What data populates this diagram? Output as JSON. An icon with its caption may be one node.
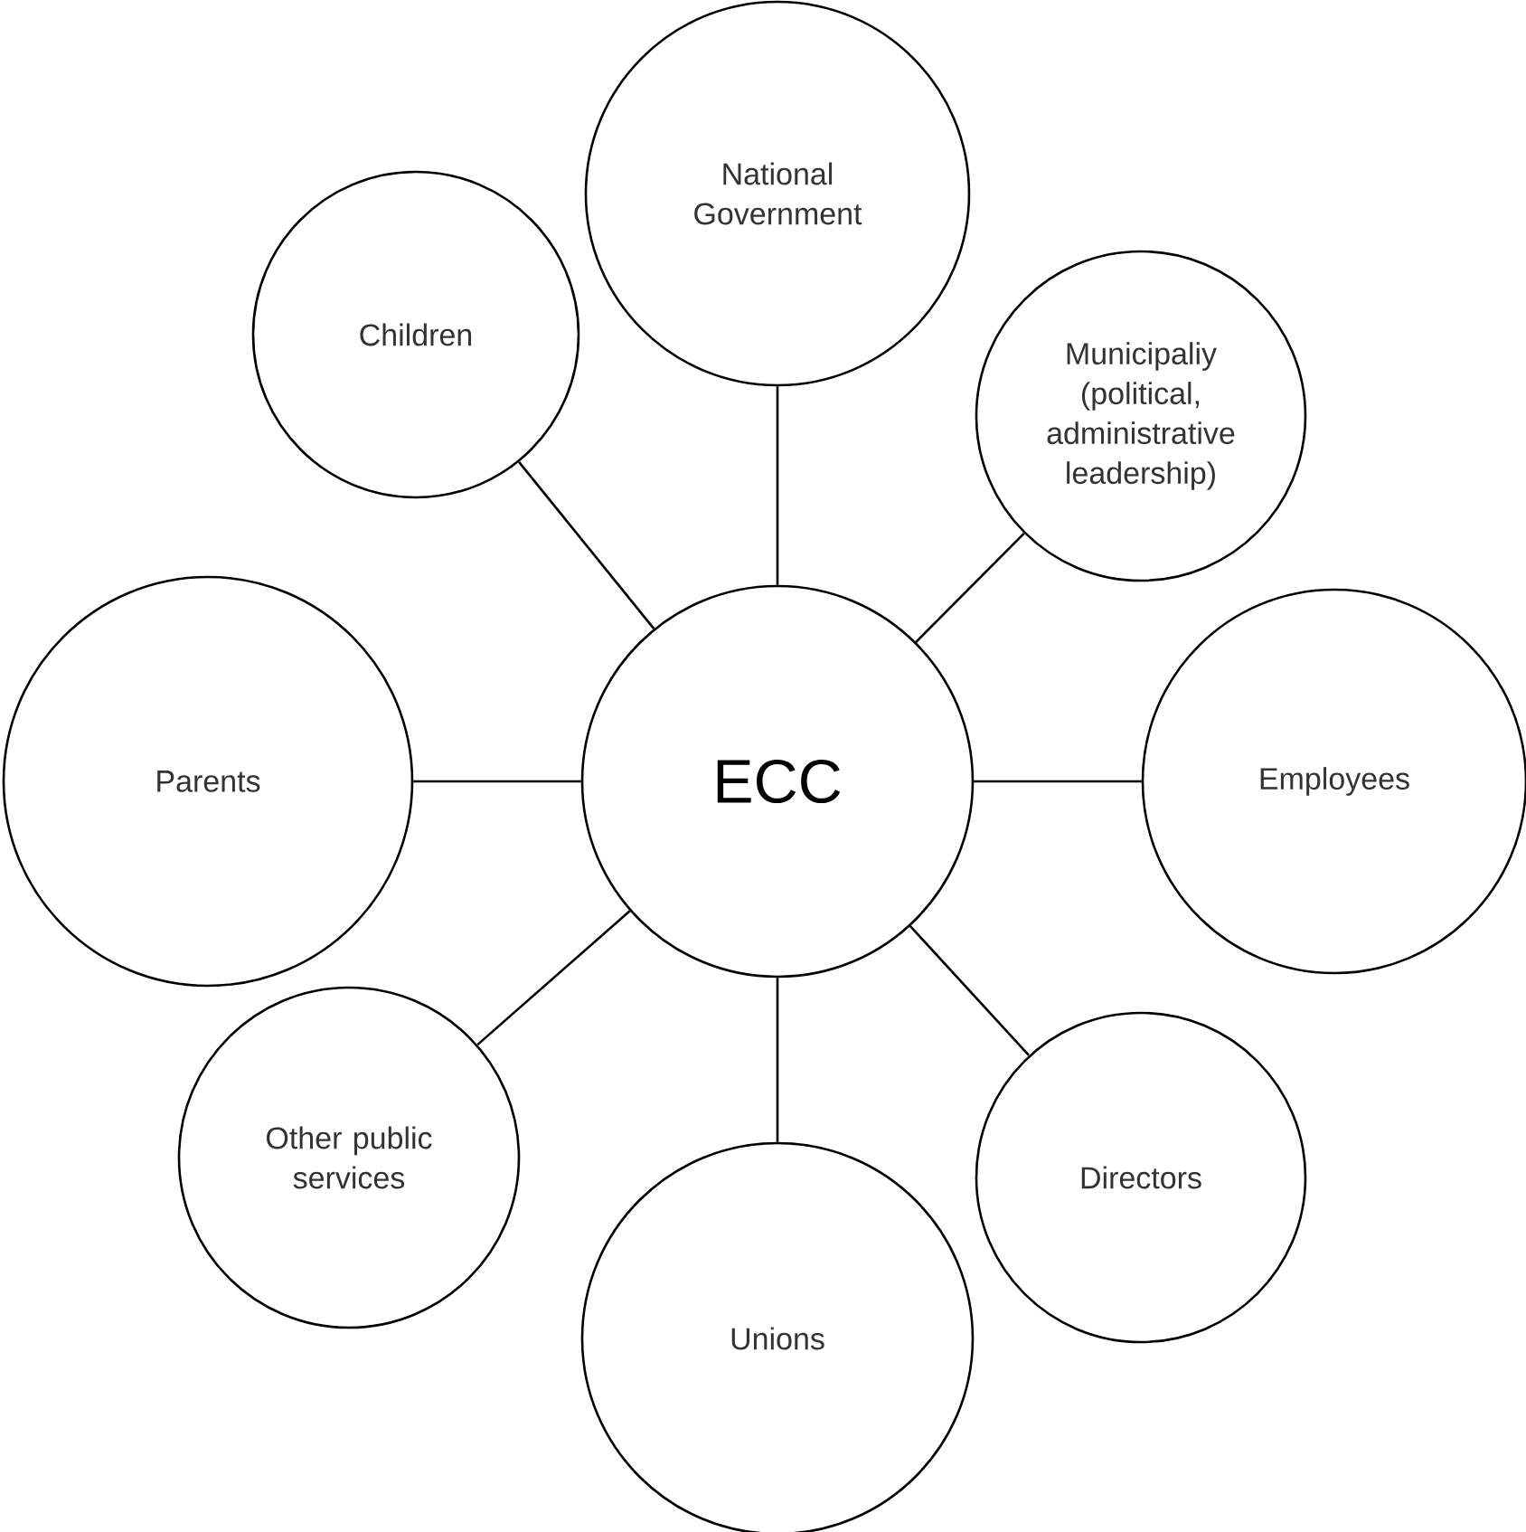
{
  "diagram": {
    "nodes": [
      {
        "text": [
          "National Government"
        ]
      },
      {
        "text": [
          "Children"
        ]
      },
      {
        "text": [
          "Municipaliy (political, administrative leadership)"
        ]
      },
      {
        "text": [
          "Parents"
        ]
      },
      {
        "text": [
          "ECC"
        ]
      },
      {
        "text": [
          "Employees"
        ]
      },
      {
        "text": [
          "Other public services"
        ]
      },
      {
        "text": [
          "Directors"
        ]
      },
      {
        "text": [
          "Unions"
        ]
      }
    ],
    "edges": [
      {
        "from": 4,
        "to": 0,
        "arrow": "none"
      },
      {
        "from": 4,
        "to": 2,
        "arrow": "none"
      },
      {
        "from": 4,
        "to": 5,
        "arrow": "none"
      },
      {
        "from": 4,
        "to": 7,
        "arrow": "none"
      },
      {
        "from": 4,
        "to": 8,
        "arrow": "none"
      },
      {
        "from": 4,
        "to": 6,
        "arrow": "none"
      },
      {
        "from": 4,
        "to": 3,
        "arrow": "none"
      },
      {
        "from": 4,
        "to": 1,
        "arrow": "none"
      }
    ]
  }
}
